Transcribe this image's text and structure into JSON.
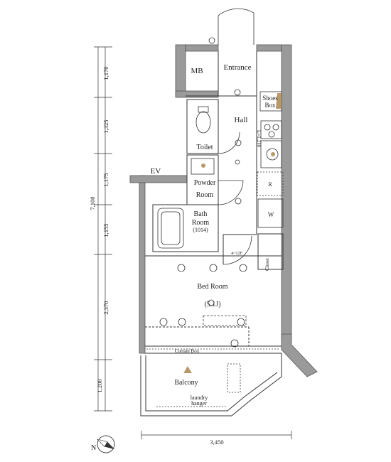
{
  "rooms": {
    "mb": "MB",
    "entrance": "Entrance",
    "shoes_box_line1": "Shoes",
    "shoes_box_line2": "Box",
    "hall": "Hall",
    "toilet": "Toilet",
    "ev": "EV",
    "powder_room_line1": "Powder",
    "powder_room_line2": "Room",
    "bath_room_line1": "Bath",
    "bath_room_line2": "Room",
    "bath_size": "(1014)",
    "bed_room": "Bed Room",
    "bed_room_size": "(5.1J)",
    "curtain_box": "Curtain Box",
    "balcony": "Balcony",
    "laundry_hanger_line1": "laundry",
    "laundry_hanger_line2": "hanger",
    "closet": "Closet",
    "refrigerator": "R",
    "washer": "W",
    "kitchen_height": "L=1,210",
    "door_height": "4~12F"
  },
  "dimensions": {
    "total_height": "7,100",
    "segments": [
      "1,170",
      "1,325",
      "1,175",
      "1,155",
      "2,370",
      "1,200"
    ],
    "total_width": "3,450"
  },
  "compass": {
    "north": "N"
  },
  "colors": {
    "wall": "#999999",
    "accent": "#b89a6a",
    "line": "#333333"
  }
}
